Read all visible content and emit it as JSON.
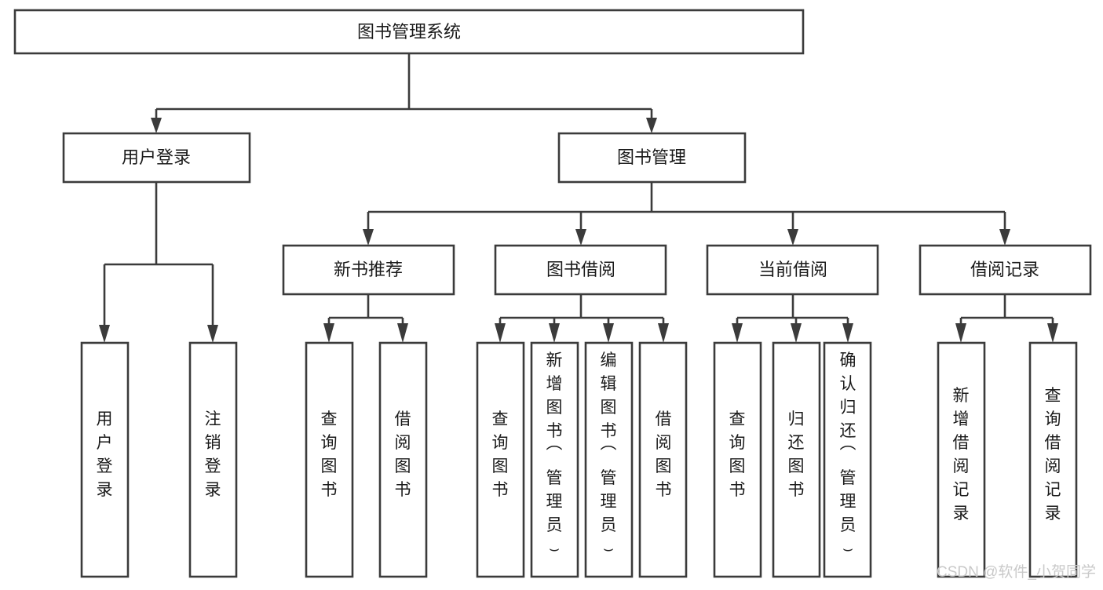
{
  "diagram": {
    "title": "图书管理系统",
    "type": "tree-hierarchy",
    "levels": 4,
    "colors": {
      "stroke": "#3b3b3b",
      "fill": "#ffffff",
      "text": "#1a1a1a",
      "watermark": "#c9c9c9"
    },
    "root": {
      "label": "图书管理系统"
    },
    "level2": [
      {
        "label": "用户登录"
      },
      {
        "label": "图书管理"
      }
    ],
    "level3": [
      {
        "label": "新书推荐"
      },
      {
        "label": "图书借阅"
      },
      {
        "label": "当前借阅"
      },
      {
        "label": "借阅记录"
      }
    ],
    "leaves": {
      "user_login": [
        {
          "label": "用户登录"
        },
        {
          "label": "注销登录"
        }
      ],
      "new_book_recommend": [
        {
          "label": "查询图书"
        },
        {
          "label": "借阅图书"
        }
      ],
      "book_borrow": [
        {
          "label": "查询图书"
        },
        {
          "label": "新增图书（管理员）"
        },
        {
          "label": "编辑图书（管理员）"
        },
        {
          "label": "借阅图书"
        }
      ],
      "current_borrow": [
        {
          "label": "查询图书"
        },
        {
          "label": "归还图书"
        },
        {
          "label": "确认归还（管理员）"
        }
      ],
      "borrow_record": [
        {
          "label": "新增借阅记录"
        },
        {
          "label": "查询借阅记录"
        }
      ]
    }
  },
  "watermark": {
    "text": "CSDN @软件_小贺同学"
  }
}
